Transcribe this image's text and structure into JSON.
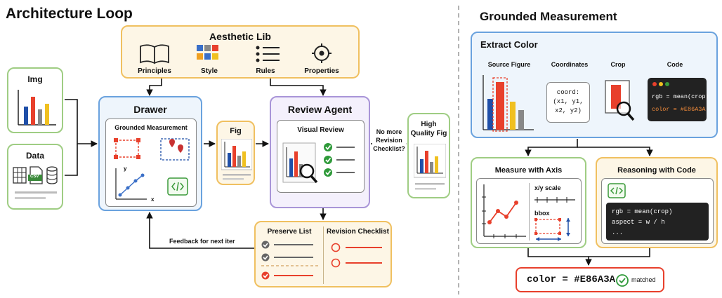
{
  "left": {
    "title": "Architecture Loop",
    "inputs": {
      "img": "Img",
      "data": "Data",
      "csv": "CSV"
    },
    "aesthetic": {
      "title": "Aesthetic Lib",
      "items": [
        "Principles",
        "Style",
        "Rules",
        "Properties"
      ]
    },
    "drawer": {
      "title": "Drawer",
      "sub": "Grounded Measurement",
      "axis_y": "y",
      "axis_x": "x"
    },
    "fig": "Fig",
    "review": {
      "title": "Review Agent",
      "sub": "Visual Review"
    },
    "decision": [
      "No more",
      "Revision",
      "Checklist?"
    ],
    "output": [
      "High",
      "Quality Fig"
    ],
    "preserve": "Preserve List",
    "revision": "Revision Checklist",
    "feedback": "Feedback for next iter"
  },
  "right": {
    "title": "Grounded Measurement",
    "extract": {
      "title": "Extract Color",
      "source": "Source Figure",
      "coords": "Coordinates",
      "crop": "Crop",
      "code": "Code",
      "coord_lines": [
        "coord:",
        "(x1, y1,",
        "x2, y2)"
      ],
      "code_lines": [
        "rgb = mean(crop)",
        "color = #E86A3A"
      ]
    },
    "measure": {
      "title": "Measure with Axis",
      "scale": "x/y scale",
      "bbox": "bbox"
    },
    "reasoning": {
      "title": "Reasoning with Code",
      "code_lines": [
        "rgb = mean(crop)",
        "aspect = w / h",
        "..."
      ]
    },
    "result": {
      "value": "color = #E86A3A",
      "status": "matched"
    }
  },
  "colors": {
    "green": "#8cc472",
    "blue": "#6aa2de",
    "purple": "#a995d8",
    "orange": "#f0c060",
    "red": "#e8402c",
    "accent": "#e86a3a"
  }
}
